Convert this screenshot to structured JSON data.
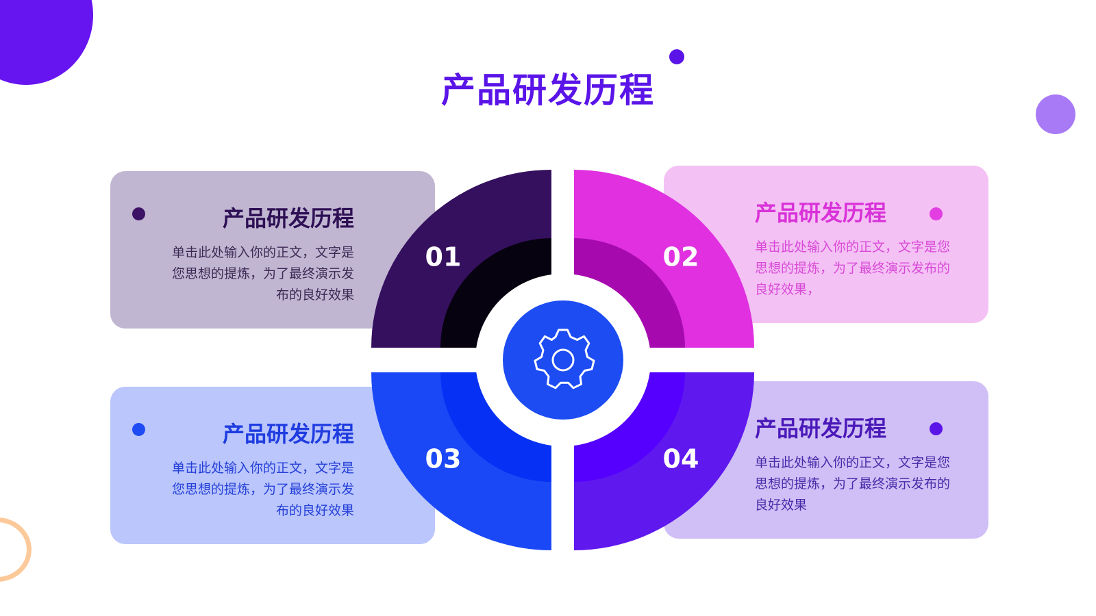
{
  "title": "产品研发历程",
  "center_icon": "gear-icon",
  "steps": [
    {
      "number": "01",
      "heading": "产品研发历程",
      "body": [
        "单击此处输入你的正文，文字是",
        "您思想的提炼，为了最终演示发",
        "布的良好效果"
      ],
      "outer_color": "#35105e",
      "inner_color": "#070210",
      "card_color": "#c1b6d1"
    },
    {
      "number": "02",
      "heading": "产品研发历程",
      "body": [
        "单击此处输入你的正文，文字是您",
        "思想的提炼，为了最终演示发布的",
        "良好效果，"
      ],
      "outer_color": "#e030e0",
      "inner_color": "#a60aaf",
      "card_color": "#f4c1f4"
    },
    {
      "number": "03",
      "heading": "产品研发历程",
      "body": [
        "单击此处输入你的正文，文字是",
        "您思想的提炼，为了最终演示发",
        "布的良好效果"
      ],
      "outer_color": "#1a48f6",
      "inner_color": "#0631f4",
      "card_color": "#bac6fc"
    },
    {
      "number": "04",
      "heading": "产品研发历程",
      "body": [
        "单击此处输入你的正文，文字是您",
        "思想的提炼，为了最终演示发布的",
        "良好效果"
      ],
      "outer_color": "#5f18ee",
      "inner_color": "#5500ff",
      "card_color": "#cfbff6"
    }
  ],
  "hub_color": "#1c4cf2",
  "accent_color": "#5a14e8"
}
